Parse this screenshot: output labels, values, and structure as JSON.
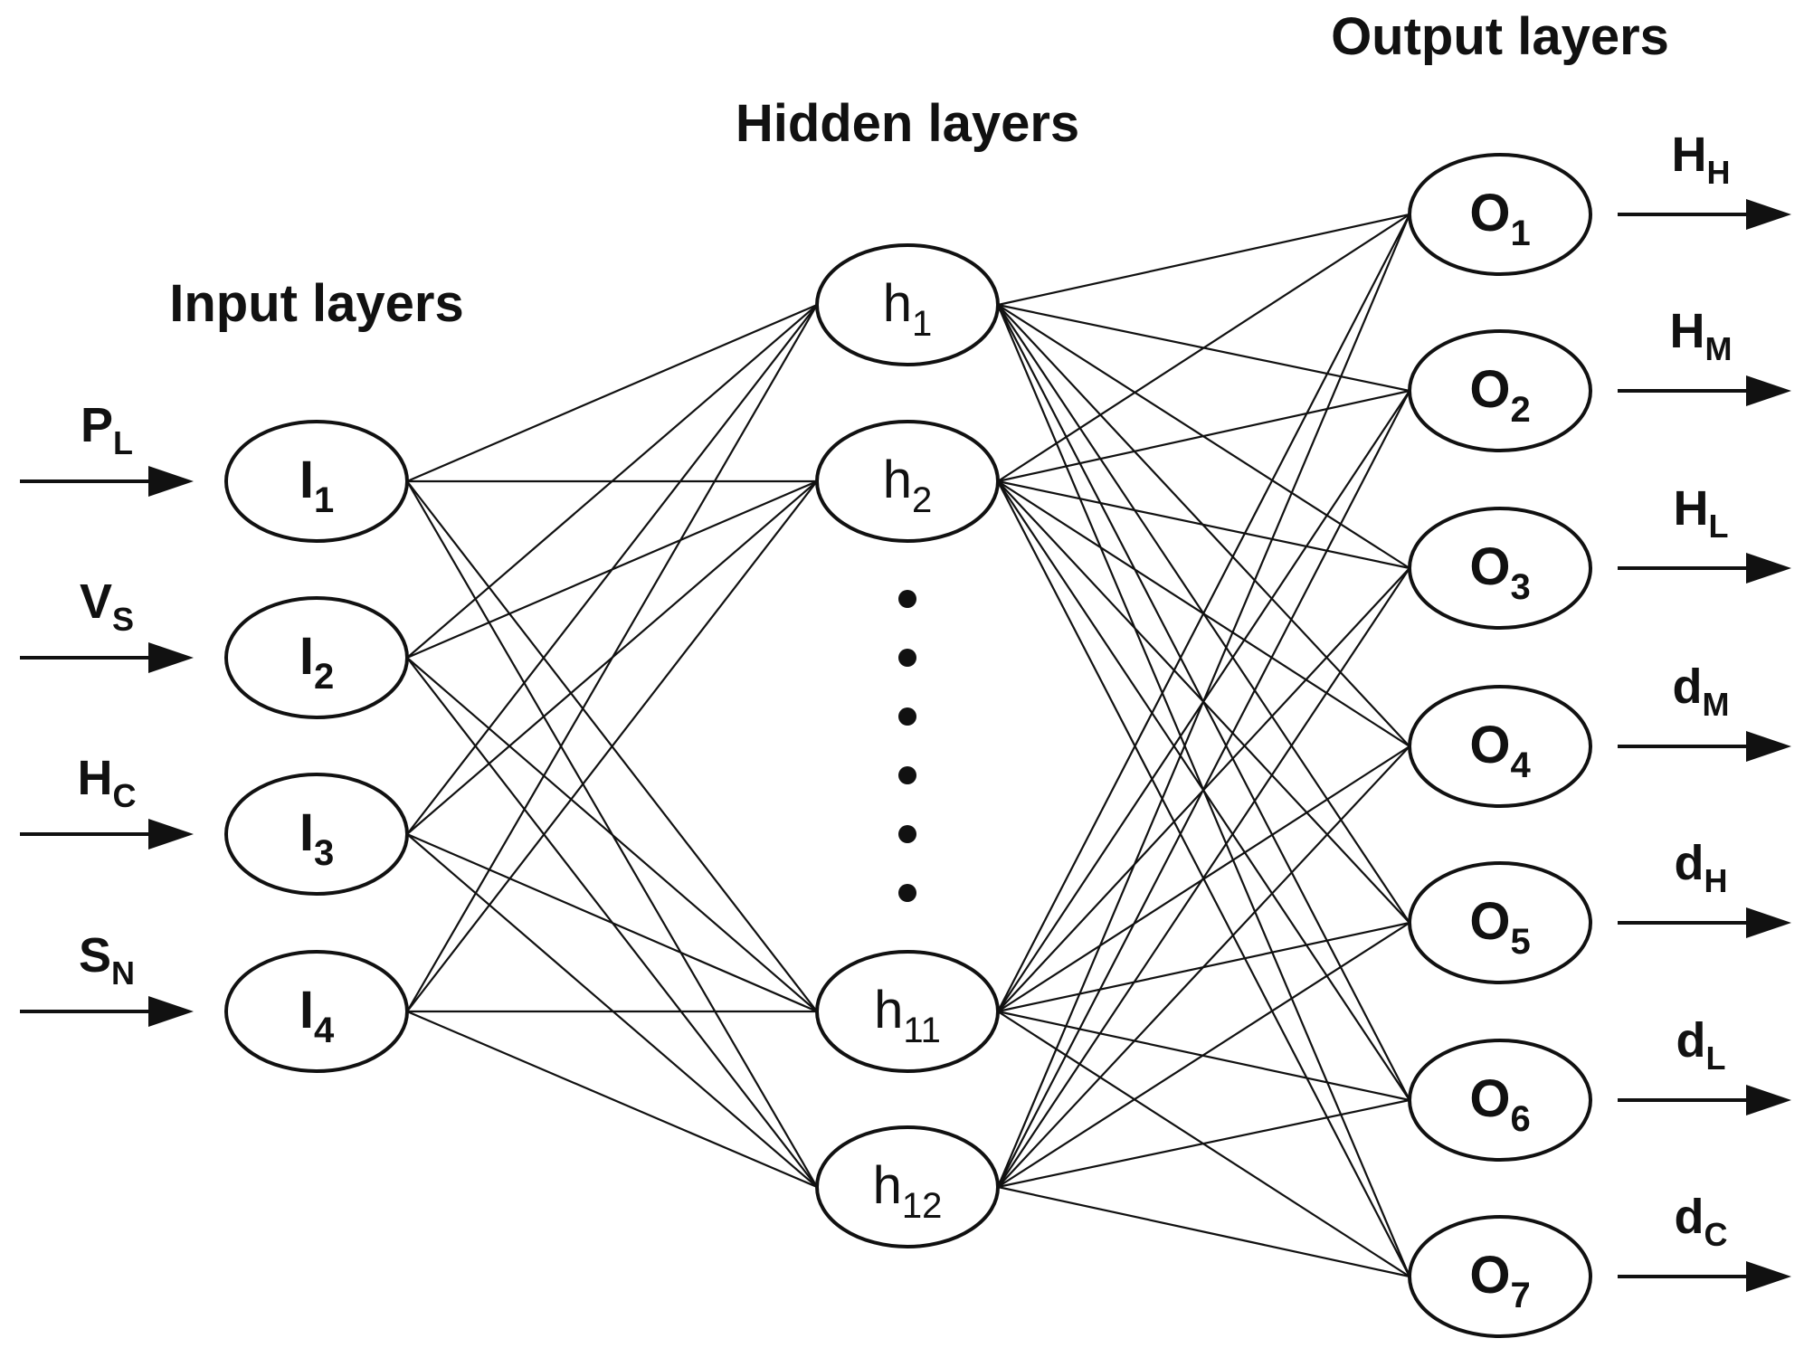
{
  "colors": {
    "ink": "#111111",
    "background": "#ffffff"
  },
  "titles": {
    "input": "Input layers",
    "hidden": "Hidden layers",
    "output": "Output layers"
  },
  "input_nodes": [
    {
      "base": "I",
      "sub": "1"
    },
    {
      "base": "I",
      "sub": "2"
    },
    {
      "base": "I",
      "sub": "3"
    },
    {
      "base": "I",
      "sub": "4"
    }
  ],
  "hidden_nodes": [
    {
      "base": "h",
      "sub": "1"
    },
    {
      "base": "h",
      "sub": "2"
    },
    {
      "base": "h",
      "sub": "11"
    },
    {
      "base": "h",
      "sub": "12"
    }
  ],
  "output_nodes": [
    {
      "base": "O",
      "sub": "1"
    },
    {
      "base": "O",
      "sub": "2"
    },
    {
      "base": "O",
      "sub": "3"
    },
    {
      "base": "O",
      "sub": "4"
    },
    {
      "base": "O",
      "sub": "5"
    },
    {
      "base": "O",
      "sub": "6"
    },
    {
      "base": "O",
      "sub": "7"
    }
  ],
  "input_vars": [
    {
      "base": "P",
      "sub": "L"
    },
    {
      "base": "V",
      "sub": "S"
    },
    {
      "base": "H",
      "sub": "C"
    },
    {
      "base": "S",
      "sub": "N"
    }
  ],
  "output_vars": [
    {
      "base": "H",
      "sub": "H"
    },
    {
      "base": "H",
      "sub": "M"
    },
    {
      "base": "H",
      "sub": "L"
    },
    {
      "base": "d",
      "sub": "M"
    },
    {
      "base": "d",
      "sub": "H"
    },
    {
      "base": "d",
      "sub": "L"
    },
    {
      "base": "d",
      "sub": "C"
    }
  ]
}
